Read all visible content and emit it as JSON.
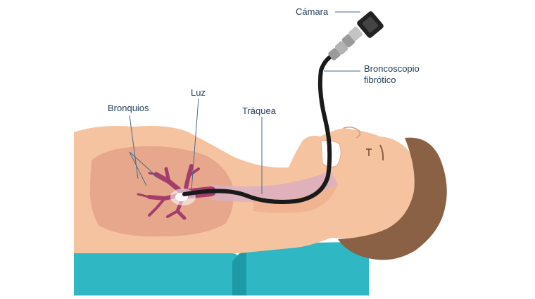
{
  "labels": {
    "camera": "Cámara",
    "bronchoscope_line1": "Broncoscopio",
    "bronchoscope_line2": "fibrótico",
    "light": "Luz",
    "bronchi": "Bronquios",
    "trachea": "Tráquea"
  },
  "colors": {
    "skin": "#f6c3a0",
    "skin_shadow": "#eeae8b",
    "lung": "#e4a28a",
    "bronchi": "#a33e6a",
    "hair": "#8a6144",
    "pillow": "#2fb7c3",
    "pillow_dark": "#1d9aa6",
    "scope": "#1a1a1a",
    "trachea": "#d9b0c6"
  },
  "icons": {
    "camera": "camera-icon"
  }
}
